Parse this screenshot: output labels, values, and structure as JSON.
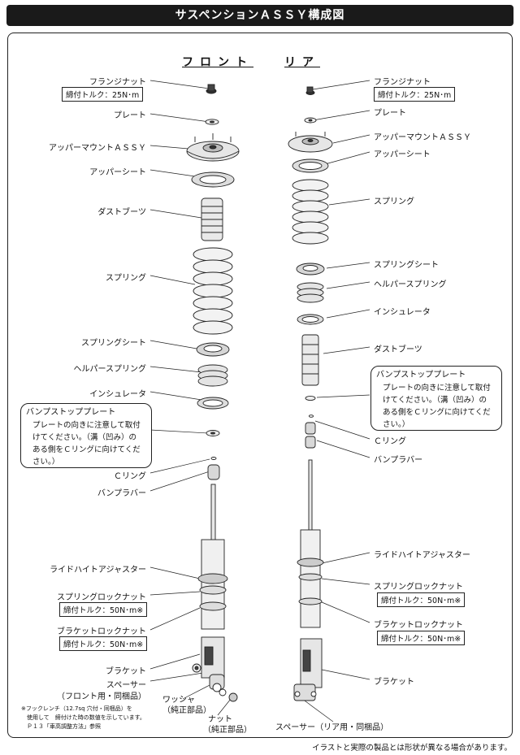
{
  "title": "サスペンションＡＳＳＹ構成図",
  "front_heading": "フロント",
  "rear_heading": "リア",
  "front": {
    "flange_nut": "フランジナット",
    "flange_torque": "締付トルク：25N･m",
    "plate": "プレート",
    "upper_mount": "アッパーマウントＡＳＳＹ",
    "upper_seat": "アッパーシート",
    "dust_boot": "ダストブーツ",
    "spring": "スプリング",
    "spring_seat": "スプリングシート",
    "helper_spring": "ヘルパースプリング",
    "insulator": "インシュレータ",
    "bump_stop_title": "バンプストッププレート",
    "bump_stop_body": "プレートの向きに注意して取付\nけてください。（溝（凹み）の\nある側をＣリングに向けてくだ\nさい。）",
    "c_ring": "Ｃリング",
    "bump_rubber": "バンプラバー",
    "ride_height": "ライドハイトアジャスター",
    "spring_locknut": "スプリングロックナット",
    "spring_locknut_torque": "締付トルク：50N･m※",
    "bracket_locknut": "ブラケットロックナット",
    "bracket_locknut_torque": "締付トルク：50N･m※",
    "bracket": "ブラケット",
    "spacer": "スペーサー",
    "spacer_sub": "（フロント用・同梱品）",
    "washer": "ワッシャ",
    "washer_sub": "（純正部品）",
    "nut": "ナット",
    "nut_sub": "（純正部品）",
    "footnote": "※フックレンチ（12.7sq 穴付・同梱品）を\n　使用して　締付けた時の数値を示しています。\n　Ｐ１３「車高調整方法」参照"
  },
  "rear": {
    "flange_nut": "フランジナット",
    "flange_torque": "締付トルク：25N･m",
    "plate": "プレート",
    "upper_mount": "アッパーマウントＡＳＳＹ",
    "upper_seat": "アッパーシート",
    "spring": "スプリング",
    "spring_seat": "スプリングシート",
    "helper_spring": "ヘルパースプリング",
    "insulator": "インシュレータ",
    "dust_boot": "ダストブーツ",
    "bump_stop_title": "バンプストッププレート",
    "bump_stop_body": "プレートの向きに注意して取付\nけてください。（溝（凹み）の\nある側をＣリングに向けてくだ\nさい。）",
    "c_ring": "Ｃリング",
    "bump_rubber": "バンプラバー",
    "ride_height": "ライドハイトアジャスター",
    "spring_locknut": "スプリングロックナット",
    "spring_locknut_torque": "締付トルク：50N･m※",
    "bracket_locknut": "ブラケットロックナット",
    "bracket_locknut_torque": "締付トルク：50N･m※",
    "bracket": "ブラケット",
    "spacer": "スペーサー（リア用・同梱品）"
  },
  "disclaimer": "イラストと実際の製品とは形状が異なる場合があります。"
}
